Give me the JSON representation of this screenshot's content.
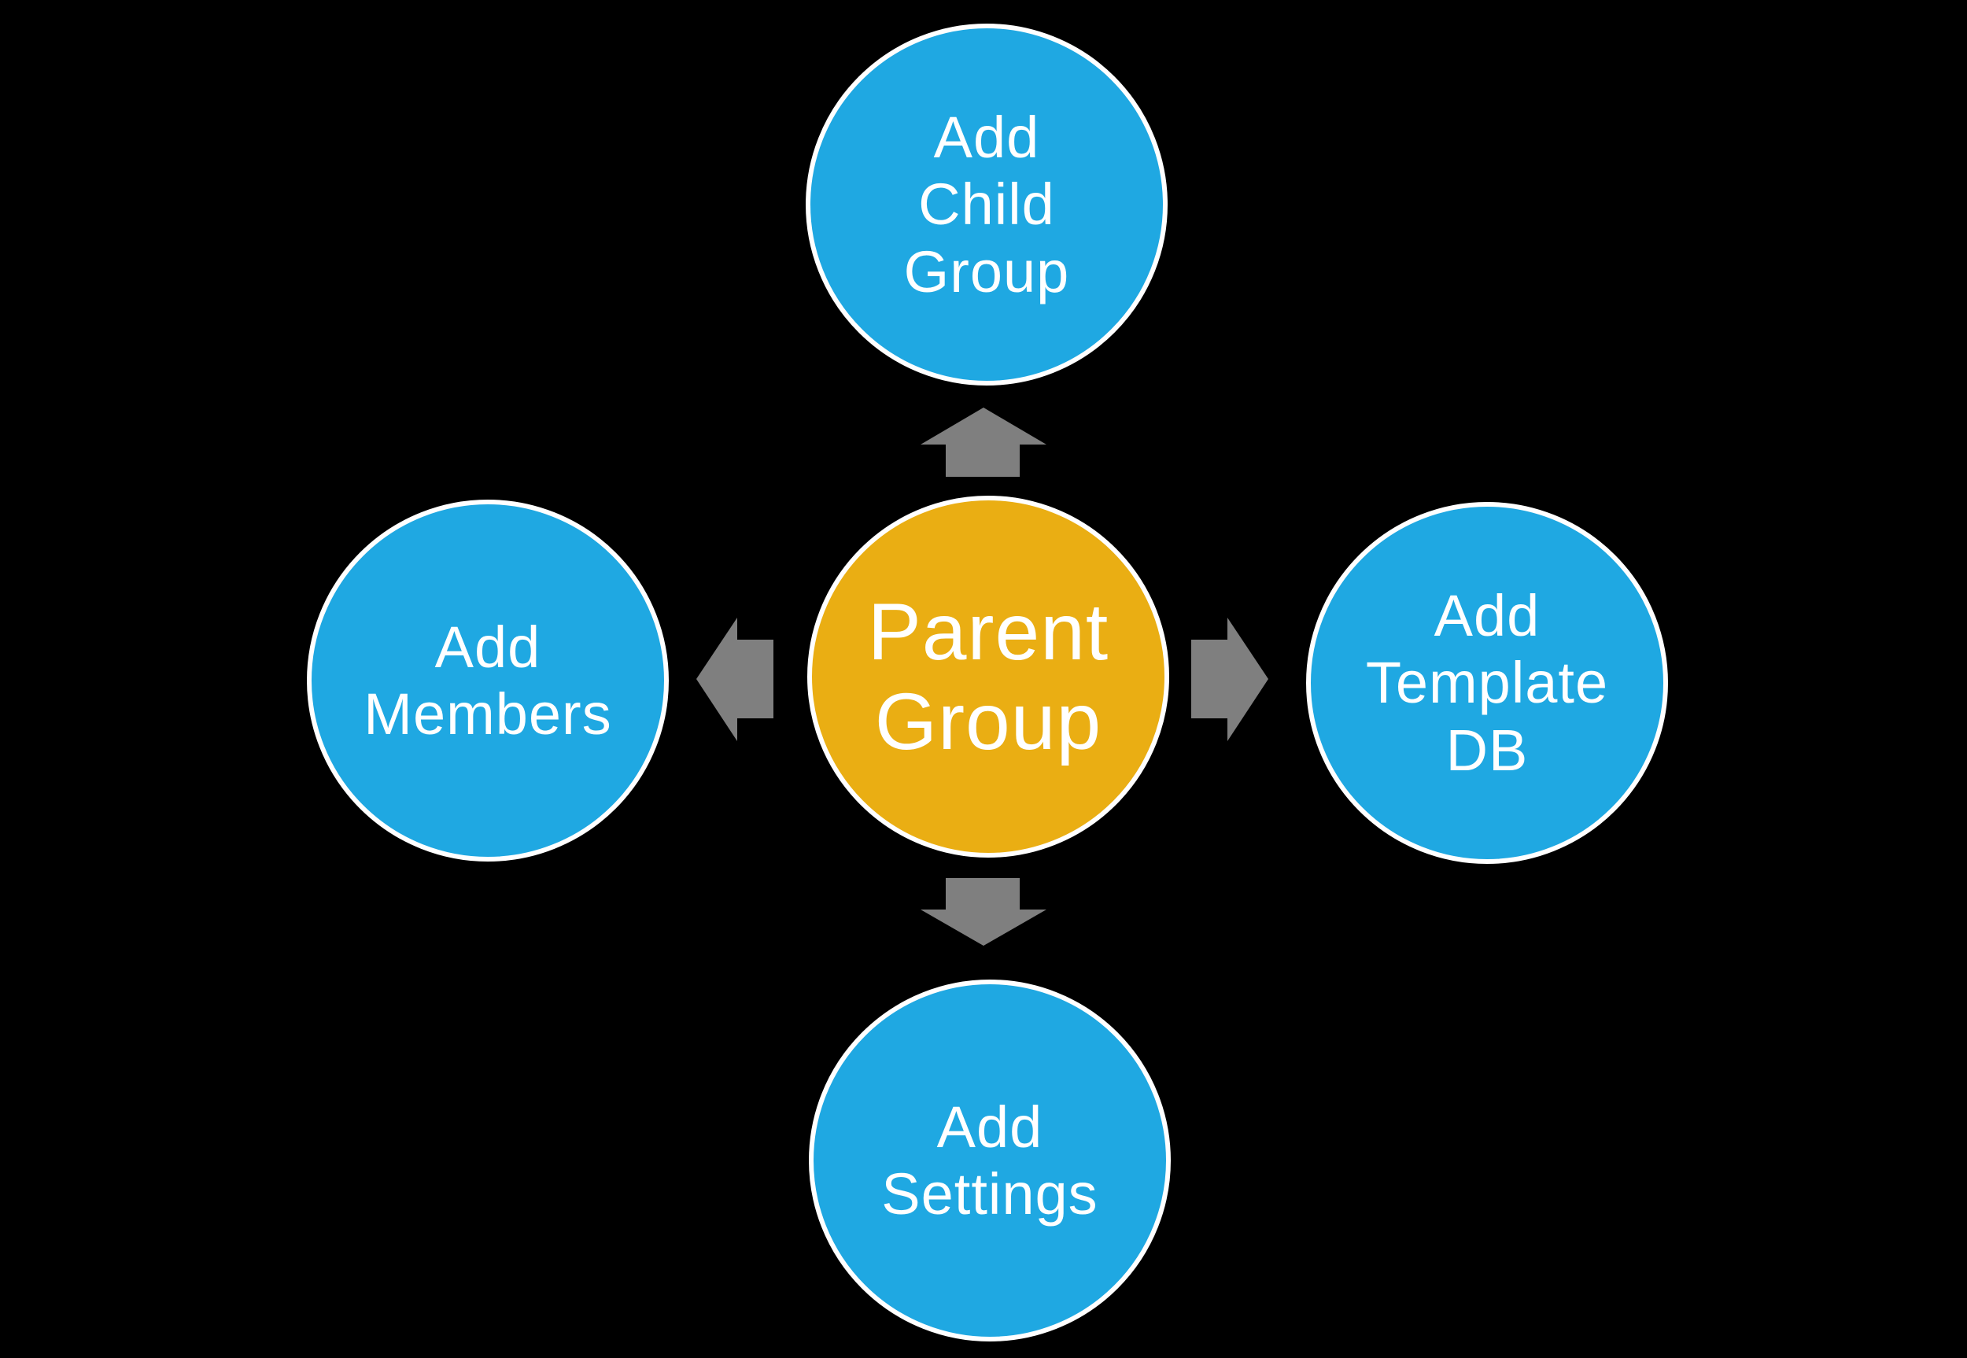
{
  "diagram": {
    "background_color": "#000000",
    "text_color": "#FFFFFF",
    "circle_border_color": "#FFFFFF",
    "arrow_color": "#7F7F7F",
    "center_node": {
      "label": "Parent Group",
      "lines": [
        "Parent",
        "Group"
      ],
      "color": "#EAAE13"
    },
    "child_nodes": {
      "top": {
        "label": "Add Child Group",
        "lines": [
          "Add",
          "Child",
          "Group"
        ],
        "color": "#1FA8E2"
      },
      "left": {
        "label": "Add Members",
        "lines": [
          "Add",
          "Members"
        ],
        "color": "#1FA8E2"
      },
      "right": {
        "label": "Add Template DB",
        "lines": [
          "Add",
          "Template",
          "DB"
        ],
        "color": "#1FA8E2"
      },
      "bottom": {
        "label": "Add Settings",
        "lines": [
          "Add",
          "Settings"
        ],
        "color": "#1FA8E2"
      }
    },
    "arrows": {
      "up": "up",
      "right": "right",
      "down": "down",
      "left": "left"
    }
  }
}
